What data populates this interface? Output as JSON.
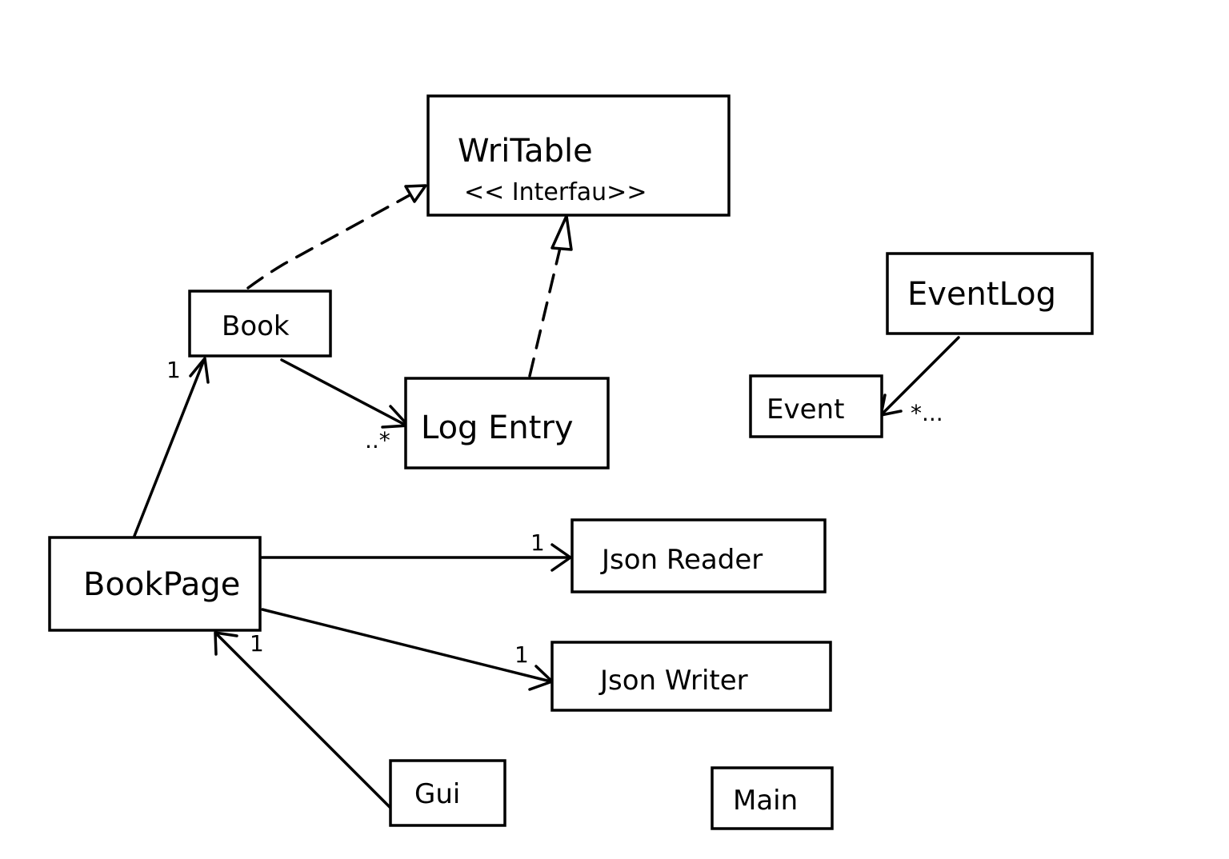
{
  "diagram": {
    "nodes": {
      "writable": {
        "name": "WriTable",
        "stereotype": "<< Interfau>>"
      },
      "book": {
        "name": "Book"
      },
      "log_entry": {
        "name": "Log Entry"
      },
      "event_log": {
        "name": "EventLog"
      },
      "event": {
        "name": "Event"
      },
      "book_page": {
        "name": "BookPage"
      },
      "json_reader": {
        "name": "Json Reader"
      },
      "json_writer": {
        "name": "Json Writer"
      },
      "gui": {
        "name": "Gui"
      },
      "main": {
        "name": "Main"
      }
    },
    "edges": [
      {
        "from": "book",
        "to": "writable",
        "kind": "realization"
      },
      {
        "from": "log_entry",
        "to": "writable",
        "kind": "realization"
      },
      {
        "from": "book",
        "to": "log_entry",
        "kind": "association",
        "multiplicity": "..*"
      },
      {
        "from": "book_page",
        "to": "book",
        "kind": "association",
        "multiplicity": "1"
      },
      {
        "from": "book_page",
        "to": "json_reader",
        "kind": "association",
        "multiplicity": "1"
      },
      {
        "from": "book_page",
        "to": "json_writer",
        "kind": "association",
        "multiplicity": "1"
      },
      {
        "from": "gui",
        "to": "book_page",
        "kind": "association",
        "multiplicity": "1"
      },
      {
        "from": "event_log",
        "to": "event",
        "kind": "association",
        "multiplicity": "*..."
      }
    ]
  }
}
